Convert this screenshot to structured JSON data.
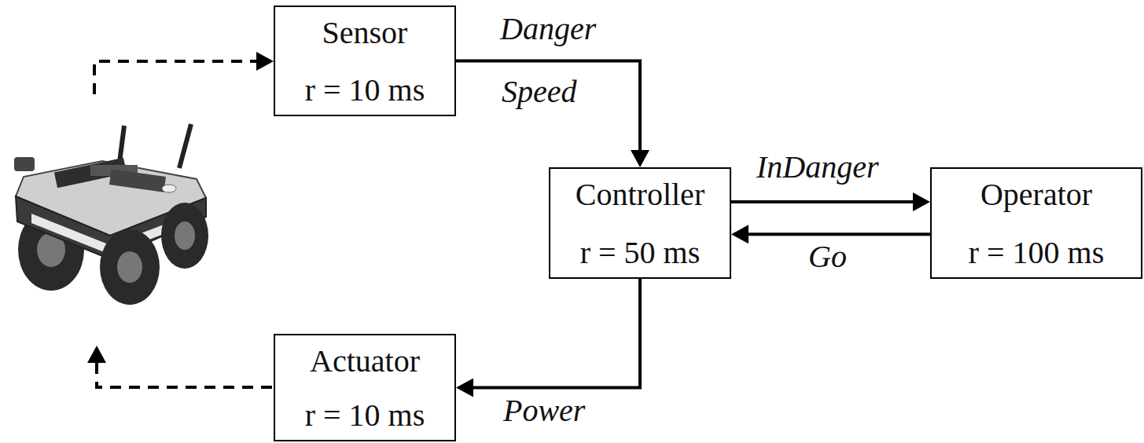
{
  "diagram": {
    "nodes": [
      {
        "text": [
          "Sensor",
          "r = 10 ms"
        ]
      },
      {
        "text": [
          "Controller",
          "r = 50 ms"
        ]
      },
      {
        "text": [
          "Operator",
          "r = 100 ms"
        ]
      },
      {
        "text": [
          "Actuator",
          "r = 10 ms"
        ]
      }
    ],
    "edges": [
      {
        "from": 0,
        "to": 1,
        "arrow": "to",
        "label": "Danger"
      },
      {
        "from": 1,
        "to": 2,
        "arrow": "to",
        "label": "InDanger"
      },
      {
        "from": 2,
        "to": 1,
        "arrow": "to",
        "label": "Go"
      },
      {
        "from": 1,
        "to": 3,
        "arrow": "to",
        "label": "Power"
      }
    ],
    "labels": [
      "Speed"
    ]
  }
}
